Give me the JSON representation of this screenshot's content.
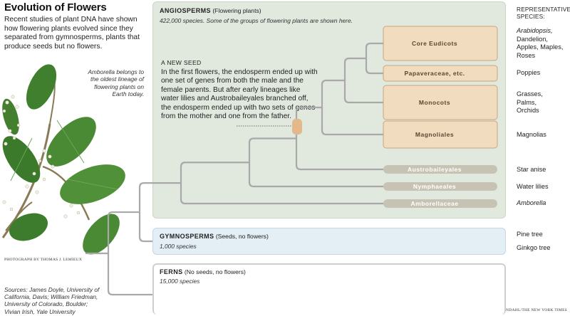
{
  "title": "Evolution of Flowers",
  "intro": "Recent studies of plant DNA have shown how flowering plants evolved since they separated from gymnosperms, plants that produce seeds but no flowers.",
  "photo": {
    "caption": "Amborella belongs to the oldest lineage of flowering plants on Earth today.",
    "credit": "PHOTOGRAPH BY THOMAS J. LEMIEUX"
  },
  "groups": {
    "angiosperms": {
      "name": "ANGIOSPERMS",
      "desc": "(Flowering plants)",
      "count": "422,000 species. Some of the groups of flowering plants are shown here."
    },
    "gymnosperms": {
      "name": "GYMNOSPERMS",
      "desc": "(Seeds, no flowers)",
      "count": "1,000 species"
    },
    "ferns": {
      "name": "FERNS",
      "desc": "(No seeds, no flowers)",
      "count": "15,000 species"
    }
  },
  "new_seed": {
    "title": "A NEW SEED",
    "body": "In the first flowers, the endosperm ended up with one set of genes from both the male and the female parents. But after early lineages like water lilies and Austrobaileyales branched off, the endosperm ended up with two sets of genes from the mother and one from the father."
  },
  "clades": [
    {
      "name": "Core Eudicots"
    },
    {
      "name": "Papaveraceae, etc."
    },
    {
      "name": "Monocots"
    },
    {
      "name": "Magnoliales"
    },
    {
      "name": "Austrobaileyales"
    },
    {
      "name": "Nymphaeales"
    },
    {
      "name": "Amborellaceae"
    }
  ],
  "representative_heading": "REPRESENTATIVE SPECIES:",
  "species": [
    {
      "lines": [
        "Arabidopsis,",
        "Dandelion,",
        "Apples, Maples,",
        "Roses"
      ],
      "italic_first": true
    },
    {
      "lines": [
        "Poppies"
      ]
    },
    {
      "lines": [
        "Grasses,",
        "Palms,",
        "Orchids"
      ]
    },
    {
      "lines": [
        "Magnolias"
      ]
    },
    {
      "lines": [
        "Star anise"
      ]
    },
    {
      "lines": [
        "Water lilies"
      ]
    },
    {
      "lines": [
        "Amborella"
      ],
      "italic": true
    },
    {
      "lines": [
        "Pine tree"
      ]
    },
    {
      "lines": [
        "Ginkgo tree"
      ]
    }
  ],
  "sources": "Sources: James Doyle, University of California, Davis; William Friedman, University of Colorado, Boulder; Vivian Irish, Yale University",
  "byline": "MIKA GRÖNDAHL/THE NEW YORK TIMES",
  "colors": {
    "angiosperm_bg": "#e1e9df",
    "gymnosperm_bg": "#e4eef5",
    "modern_clade": "#f1dcc0",
    "modern_clade_border": "#c9a47d",
    "ancient_clade": "#c7c3b4",
    "tree_line": "#a9a9a9",
    "event_marker": "#e3b98b"
  }
}
